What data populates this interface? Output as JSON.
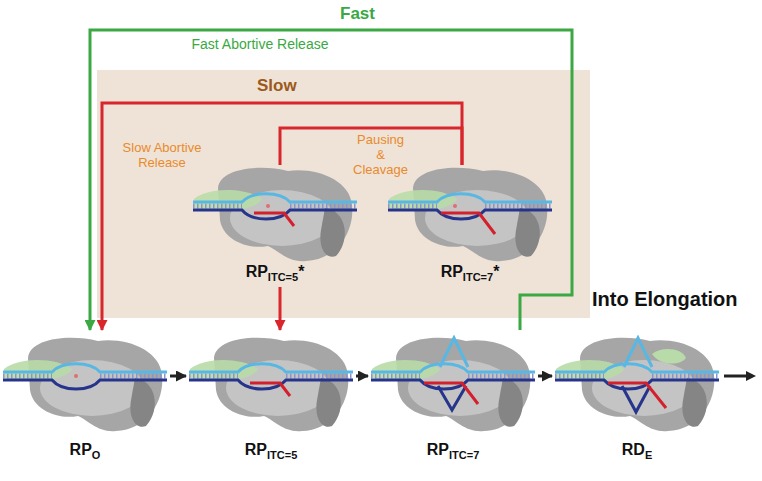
{
  "diagram": {
    "nodes": [
      {
        "text": [
          "Slow"
        ]
      },
      {
        "text": [
          "RP",
          "ITC=5",
          "*"
        ],
        "in": 0
      },
      {
        "text": [
          "RP",
          "ITC=7",
          "*"
        ],
        "in": 0
      },
      {
        "text": [
          "RP",
          "O"
        ]
      },
      {
        "text": [
          "RP",
          "ITC=5"
        ]
      },
      {
        "text": [
          "RP",
          "ITC=7"
        ]
      },
      {
        "text": [
          "RD",
          "E"
        ]
      }
    ],
    "edges": [
      {
        "from": 3,
        "to": 4,
        "arrow": "to"
      },
      {
        "from": 4,
        "to": 5,
        "arrow": "to"
      },
      {
        "from": 5,
        "to": 6,
        "arrow": "to"
      },
      {
        "from": 5,
        "to": 3,
        "label": "Fast Abortive Release",
        "arrow": "to"
      },
      {
        "from": 2,
        "to": 3,
        "label": "Slow Abortive Release",
        "arrow": "to"
      },
      {
        "from": 2,
        "to": 1,
        "label": "Pausing & Cleavage",
        "arrow": "none"
      },
      {
        "from": 1,
        "to": 4,
        "arrow": "to"
      }
    ],
    "labels": [
      "Fast",
      "Into Elongation"
    ]
  }
}
